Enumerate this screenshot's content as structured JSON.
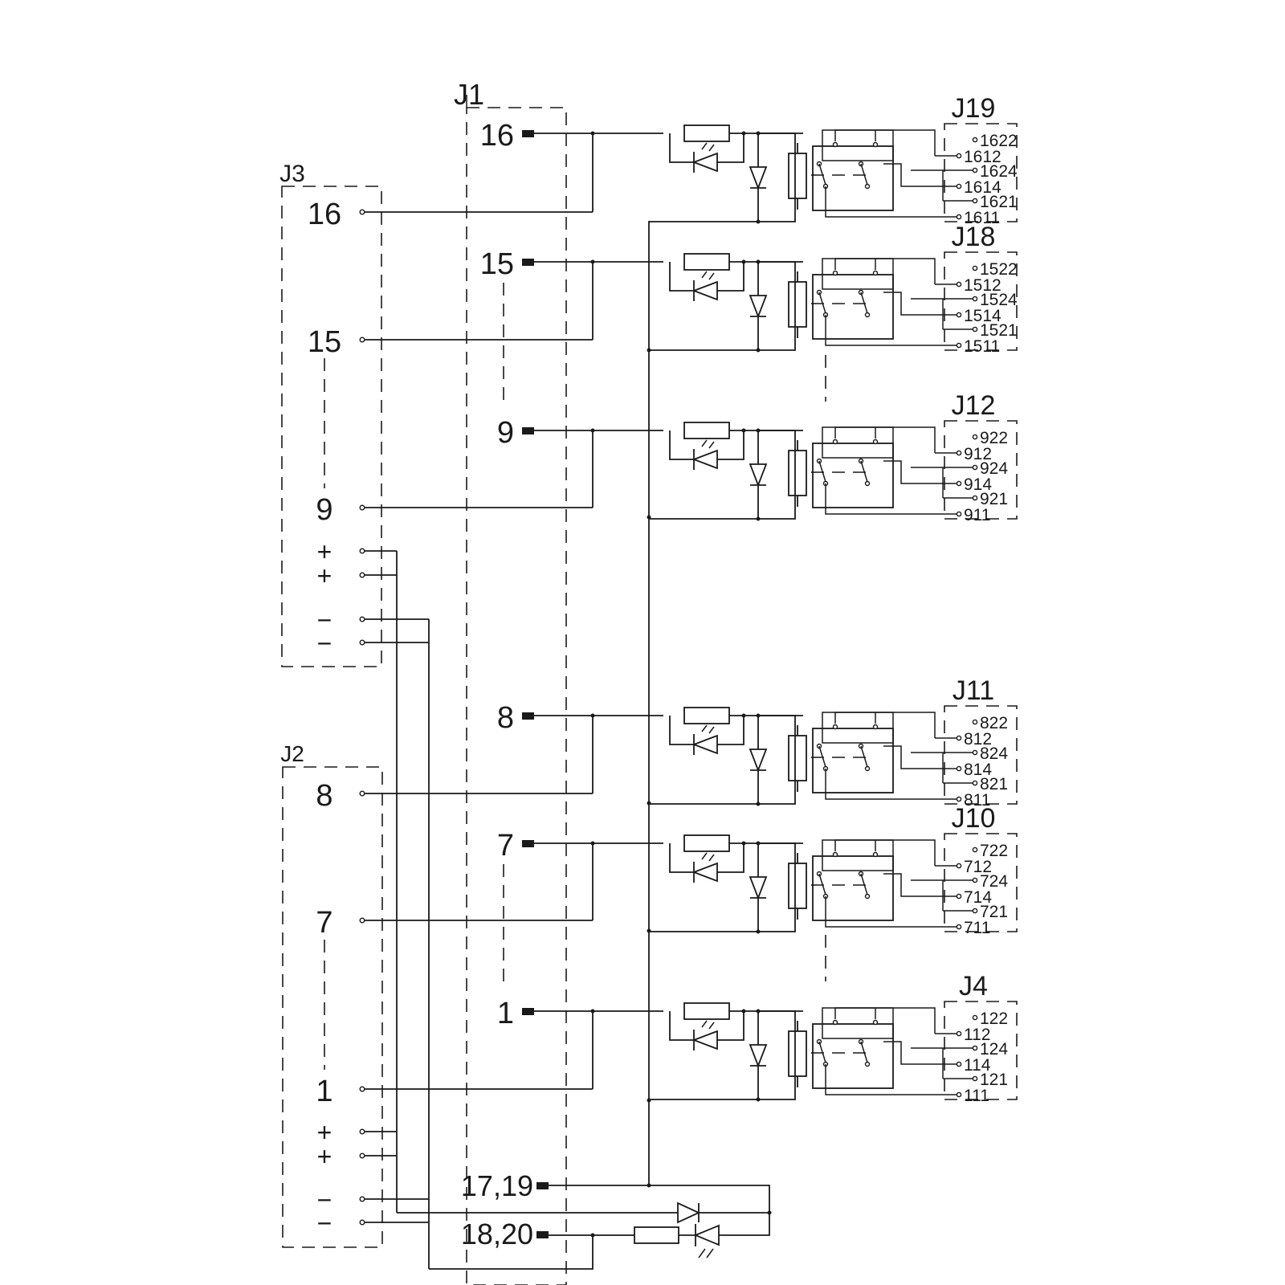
{
  "connectors": {
    "j1": {
      "label": "J1",
      "pins": [
        "16",
        "15",
        "9",
        "8",
        "7",
        "1",
        "17,19",
        "18,20"
      ]
    },
    "j2": {
      "label": "J2",
      "pins": [
        "8",
        "7",
        "1",
        "+",
        "+",
        "−",
        "−"
      ]
    },
    "j3": {
      "label": "J3",
      "pins": [
        "16",
        "15",
        "9",
        "+",
        "+",
        "−",
        "−"
      ]
    }
  },
  "relay_modules": [
    {
      "label": "J19",
      "pins": [
        "1622",
        "1612",
        "1624",
        "1614",
        "1621",
        "1611"
      ]
    },
    {
      "label": "J18",
      "pins": [
        "1522",
        "1512",
        "1524",
        "1514",
        "1521",
        "1511"
      ]
    },
    {
      "label": "J12",
      "pins": [
        "922",
        "912",
        "924",
        "914",
        "921",
        "911"
      ]
    },
    {
      "label": "J11",
      "pins": [
        "822",
        "812",
        "824",
        "814",
        "821",
        "811"
      ]
    },
    {
      "label": "J10",
      "pins": [
        "722",
        "712",
        "724",
        "714",
        "721",
        "711"
      ]
    },
    {
      "label": "J4",
      "pins": [
        "122",
        "112",
        "124",
        "114",
        "121",
        "111"
      ]
    }
  ],
  "colors": {
    "ink": "#1a1a1a",
    "background": "#ffffff"
  }
}
